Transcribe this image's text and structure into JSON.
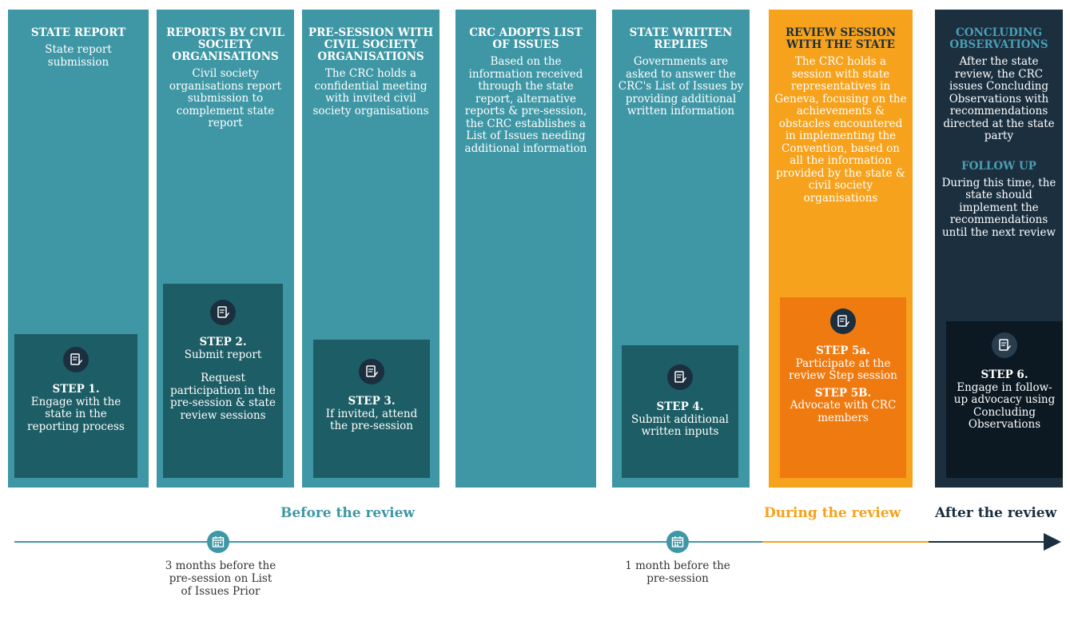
{
  "columns": [
    {
      "heading": "STATE REPORT",
      "body": "State report submission"
    },
    {
      "heading": "REPORTS BY CIVIL SOCIETY ORGANISATIONS",
      "body": "Civil society organisations report submission to complement state report"
    },
    {
      "heading": "PRE-SESSION WITH CIVIL SOCIETY ORGANISATIONS",
      "body": "The CRC holds a confidential meeting  with invited civil society organisations"
    },
    {
      "heading": "CRC ADOPTS LIST OF ISSUES",
      "body": "Based on the information received through the state report, alternative reports & pre-session, the CRC establishes a List of Issues needing additional information"
    },
    {
      "heading": "STATE WRITTEN REPLIES",
      "body": "Governments are asked to answer the CRC's List of Issues by providing additional written information"
    },
    {
      "heading": "REVIEW SESSION WITH THE STATE",
      "body": "The CRC holds a session with state representatives in Geneva, focusing on the achievements & obstacles encountered in implementing the Convention, based on all the information provided by the state & civil society organisations"
    },
    {
      "heading": "CONCLUDING OBSERVATIONS",
      "body": "After the state review, the CRC issues Concluding Observations with recommendations directed at the state party",
      "heading2": "FOLLOW UP",
      "body2": "During this time, the state should implement the recommendations until the next review"
    }
  ],
  "steps": {
    "s1": {
      "title": "STEP 1.",
      "text": "Engage with the state in the reporting process"
    },
    "s2": {
      "title": "STEP 2.",
      "text": "Submit report",
      "text2": "Request participation in the pre-session & state review sessions"
    },
    "s3": {
      "title": "STEP 3.",
      "text": "If invited, attend the pre-session"
    },
    "s4": {
      "title": "STEP 4.",
      "text": "Submit additional written inputs"
    },
    "s5a": {
      "title": "STEP 5a.",
      "text": "Participate at the review Step session"
    },
    "s5b": {
      "title": "STEP 5B.",
      "text": "Advocate with CRC members"
    },
    "s6": {
      "title": "STEP 6.",
      "text": "Engage in follow-up advocacy using Concluding Observations"
    }
  },
  "phases": {
    "before": "Before the review",
    "during": "During the review",
    "after": "After the review"
  },
  "timeline_notes": {
    "n1": "3 months before the pre-session on List of Issues Prior",
    "n2": "1 month before the pre-session"
  },
  "icons": {
    "document": "document-edit-icon",
    "calendar": "calendar-icon"
  },
  "colors": {
    "teal": "#3f97a5",
    "dark_teal": "#1d5d65",
    "orange": "#f6a21c",
    "dark_orange": "#ef7a10",
    "navy": "#1b2f3f"
  }
}
